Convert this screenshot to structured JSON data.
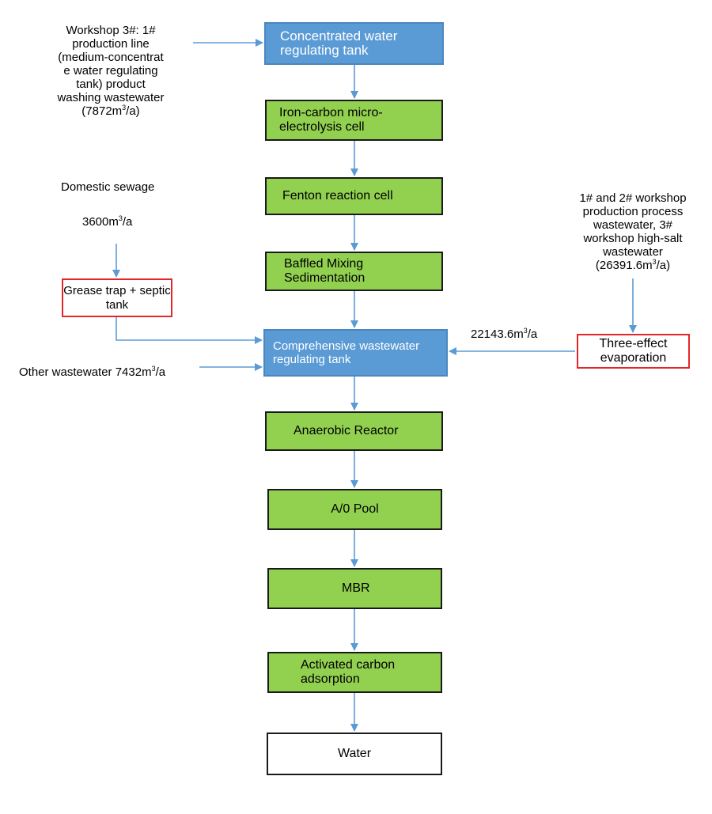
{
  "nodes": {
    "concentrated_tank": "Concentrated water regulating tank",
    "iron_carbon": "Iron-carbon micro-electrolysis cell",
    "fenton": "Fenton reaction cell",
    "baffled": "Baffled Mixing Sedimentation",
    "comprehensive_tank": "Comprehensive wastewater regulating tank",
    "anaerobic": "Anaerobic Reactor",
    "ao_pool": "A/0 Pool",
    "mbr": "MBR",
    "activated_carbon": "Activated carbon adsorption",
    "water": "Water",
    "grease_trap": "Grease trap + septic tank",
    "three_effect": "Three-effect evaporation"
  },
  "labels": {
    "workshop3_lines": [
      "Workshop 3#: 1#",
      "production line",
      "(medium-concentrat",
      "e water regulating",
      "tank) product",
      "washing wastewater"
    ],
    "workshop3_flow_pre": "(7872m",
    "workshop3_flow_sup": "3",
    "workshop3_flow_post": "/a)",
    "domestic_sewage": "Domestic sewage",
    "domestic_flow_pre": "3600m",
    "domestic_flow_sup": "3",
    "domestic_flow_post": "/a",
    "other_pre": "Other wastewater 7432m",
    "other_sup": "3",
    "other_post": "/a",
    "workshop12_lines": [
      "1# and 2# workshop",
      "production process",
      "wastewater, 3#",
      "workshop high-salt",
      "wastewater"
    ],
    "workshop12_flow_pre": "(26391.6m",
    "workshop12_flow_sup": "3",
    "workshop12_flow_post": "/a)",
    "evap_flow_pre": "22143.6m",
    "evap_flow_sup": "3",
    "evap_flow_post": "/a"
  },
  "colors": {
    "blue_box": "#5b9bd5",
    "green_box": "#92d050",
    "red_border": "#e3262a",
    "arrow": "#5b9bd5"
  }
}
